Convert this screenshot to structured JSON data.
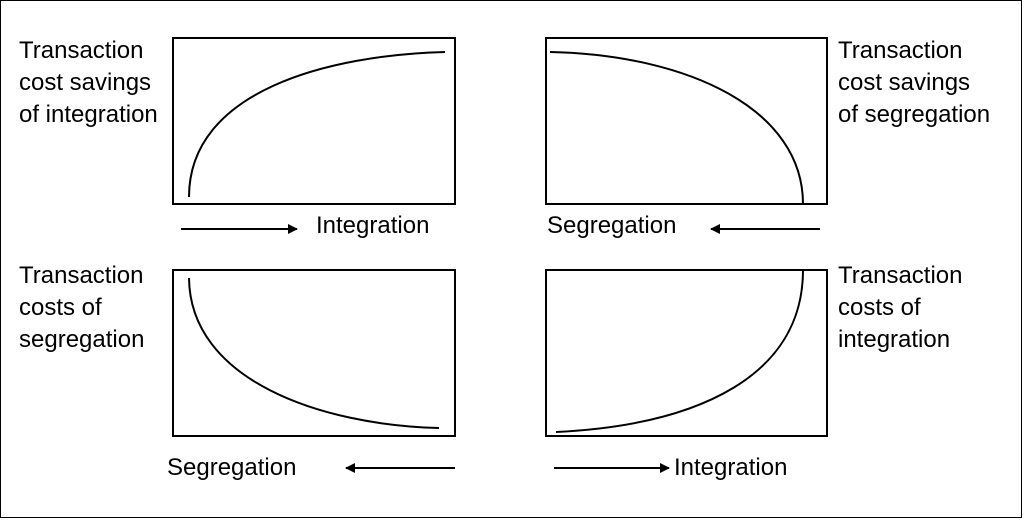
{
  "panels": {
    "top_left": {
      "ylabel": [
        "Transaction",
        "cost savings",
        "of integration"
      ],
      "xlabel": "Integration",
      "arrow_direction": "right",
      "curve": "concave-increasing"
    },
    "top_right": {
      "ylabel": [
        "Transaction",
        "cost savings",
        "of segregation"
      ],
      "xlabel": "Segregation",
      "arrow_direction": "left",
      "curve": "concave-decreasing"
    },
    "bottom_left": {
      "ylabel": [
        "Transaction",
        "costs of",
        "segregation"
      ],
      "xlabel": "Segregation",
      "arrow_direction": "left",
      "curve": "convex-decreasing"
    },
    "bottom_right": {
      "ylabel": [
        "Transaction",
        "costs of",
        "integration"
      ],
      "xlabel": "Integration",
      "arrow_direction": "right",
      "curve": "convex-increasing"
    }
  },
  "colors": {
    "line": "#000000",
    "background": "#ffffff"
  }
}
